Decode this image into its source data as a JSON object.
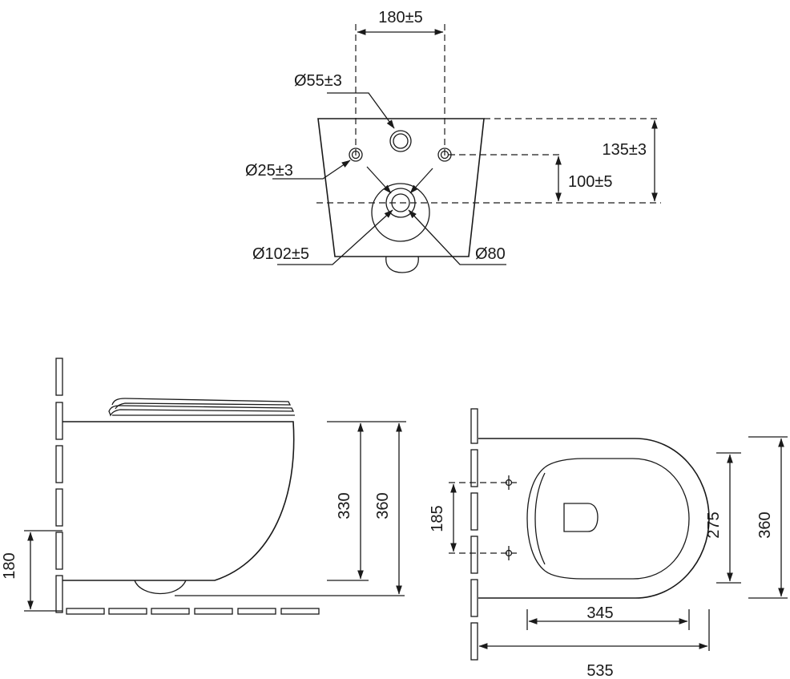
{
  "front_view": {
    "dim_180": "180±5",
    "dim_55": "Ø55±3",
    "dim_25": "Ø25±3",
    "dim_135": "135±3",
    "dim_100": "100±5",
    "dim_102": "Ø102±5",
    "dim_80": "Ø80"
  },
  "side_view": {
    "dim_330": "330",
    "dim_360": "360",
    "dim_180": "180"
  },
  "top_view": {
    "dim_185": "185",
    "dim_275": "275",
    "dim_360": "360",
    "dim_345": "345",
    "dim_535": "535"
  }
}
